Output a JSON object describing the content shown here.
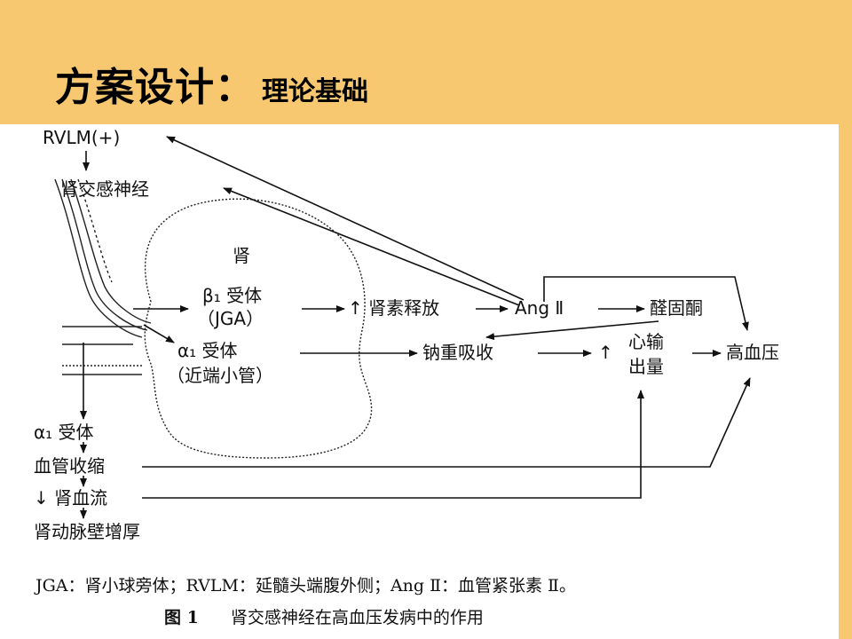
{
  "slide": {
    "title_main": "方案设计：",
    "title_sub": "理论基础"
  },
  "diagram": {
    "nodes": {
      "rvlm": "RVLM(+)",
      "renal_sympathetic": "肾交感神经",
      "kidney": "肾",
      "beta1_receptor": "β₁ 受体",
      "jga": "（JGA）",
      "alpha1_receptor_kidney": "α₁  受体",
      "proximal_tubule": "（近端小管）",
      "renin_release": "↑ 肾素释放",
      "ang2": "Ang Ⅱ",
      "aldosterone": "醛固酮",
      "sodium_reabsorption": "钠重吸收",
      "cardiac_output_arrow": "↑",
      "cardiac_output_1": "心输",
      "cardiac_output_2": "出量",
      "hypertension": "高血压",
      "alpha1_receptor_vessel": "α₁ 受体",
      "vasoconstriction": "血管收缩",
      "renal_blood_flow": "↓ 肾血流",
      "artery_wall": "肾动脉壁增厚"
    },
    "edges": [
      {
        "from": "renal_sympathetic",
        "to": "beta1_receptor"
      },
      {
        "from": "renal_sympathetic",
        "to": "alpha1_receptor_kidney"
      },
      {
        "from": "beta1_receptor",
        "to": "renin_release"
      },
      {
        "from": "renin_release",
        "to": "ang2"
      },
      {
        "from": "ang2",
        "to": "rvlm"
      },
      {
        "from": "ang2",
        "to": "renal_sympathetic"
      },
      {
        "from": "ang2",
        "to": "aldosterone"
      },
      {
        "from": "ang2",
        "to": "hypertension"
      },
      {
        "from": "aldosterone",
        "to": "sodium_reabsorption"
      },
      {
        "from": "alpha1_receptor_kidney",
        "to": "sodium_reabsorption"
      },
      {
        "from": "sodium_reabsorption",
        "to": "cardiac_output_1"
      },
      {
        "from": "cardiac_output_1",
        "to": "hypertension"
      },
      {
        "from": "vasoconstriction",
        "to": "hypertension"
      },
      {
        "from": "renal_blood_flow",
        "to": "cardiac_output_1"
      },
      {
        "from": "rvlm",
        "to": "renal_sympathetic"
      },
      {
        "from": "renal_sympathetic",
        "to": "alpha1_receptor_vessel"
      },
      {
        "from": "alpha1_receptor_vessel",
        "to": "vasoconstriction"
      },
      {
        "from": "vasoconstriction",
        "to": "renal_blood_flow"
      },
      {
        "from": "renal_blood_flow",
        "to": "artery_wall"
      }
    ]
  },
  "caption": {
    "abbreviations": "JGA：肾小球旁体；RVLM：延髓头端腹外侧；Ang  Ⅱ：血管紧张素 Ⅱ。",
    "figure_number": "图 1",
    "figure_title": "肾交感神经在高血压发病中的作用"
  }
}
